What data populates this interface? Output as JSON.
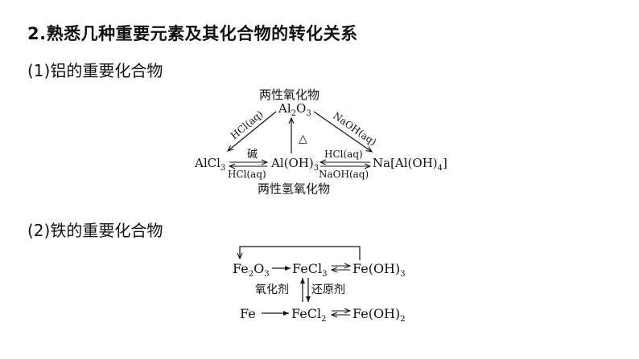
{
  "heading": "2.熟悉几种重要元素及其化合物的转化关系",
  "section1": {
    "title": "(1)铝的重要化合物",
    "top_label": "两性氧化物",
    "al2o3": "Al",
    "al2o3_sub1": "2",
    "al2o3_mid": "O",
    "al2o3_sub2": "3",
    "left_arrow_label": "HCl(aq)",
    "right_arrow_label": "NaOH(aq)",
    "heat_label": "△",
    "alcl3": "AlCl",
    "alcl3_sub": "3",
    "base_label": "碱",
    "hcl_bottom_label": "HCl(aq)",
    "aloh3": "Al(OH)",
    "aloh3_sub": "3",
    "hcl_right_label": "HCl(aq)",
    "naoh_right_label": "NaOH(aq)",
    "naaloh4": "Na[Al(OH)",
    "naaloh4_sub": "4",
    "naaloh4_end": "]",
    "bottom_label": "两性氢氧化物"
  },
  "section2": {
    "title": "(2)铁的重要化合物",
    "fe2o3": "Fe",
    "fe2o3_sub1": "2",
    "fe2o3_mid": "O",
    "fe2o3_sub2": "3",
    "fecl3": "FeCl",
    "fecl3_sub": "3",
    "feoh3": "Fe(OH)",
    "feoh3_sub": "3",
    "oxidant_label": "氧化剂",
    "reductant_label": "还原剂",
    "fe": "Fe",
    "fecl2": "FeCl",
    "fecl2_sub": "2",
    "feoh2": "Fe(OH)",
    "feoh2_sub": "2"
  }
}
